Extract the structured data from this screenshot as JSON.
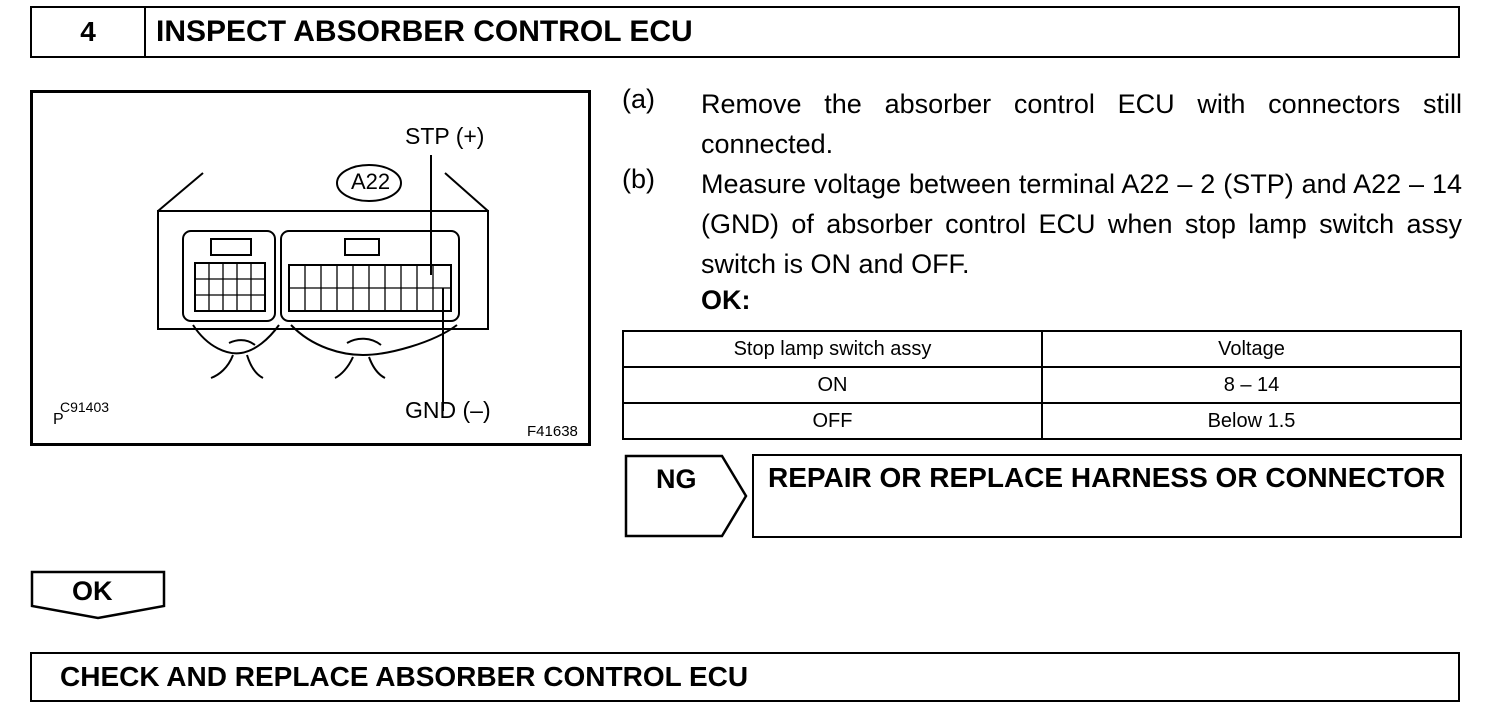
{
  "step": {
    "number": "4",
    "title": "INSPECT ABSORBER CONTROL ECU"
  },
  "figure": {
    "connector_label": "A22",
    "stp_label": "STP (+)",
    "gnd_label": "GND (–)",
    "left_code_p": "P",
    "left_code": "C91403",
    "figure_code": "F41638"
  },
  "instructions": [
    {
      "letter": "(a)",
      "text": "Remove the absorber control ECU with connectors still connected."
    },
    {
      "letter": "(b)",
      "text": "Measure voltage between terminal A22 – 2 (STP) and A22 – 14 (GND) of absorber control ECU when stop lamp switch assy switch is ON and OFF."
    }
  ],
  "ok_label": "OK:",
  "spec_table": {
    "headers": [
      "Stop lamp switch assy",
      "Voltage"
    ],
    "rows": [
      [
        "ON",
        "8 – 14"
      ],
      [
        "OFF",
        "Below 1.5"
      ]
    ]
  },
  "ng_result": {
    "label": "NG",
    "action": "REPAIR OR REPLACE HARNESS OR CONNECTOR"
  },
  "ok_result": {
    "label": "OK",
    "action": "CHECK AND REPLACE ABSORBER CONTROL ECU"
  }
}
